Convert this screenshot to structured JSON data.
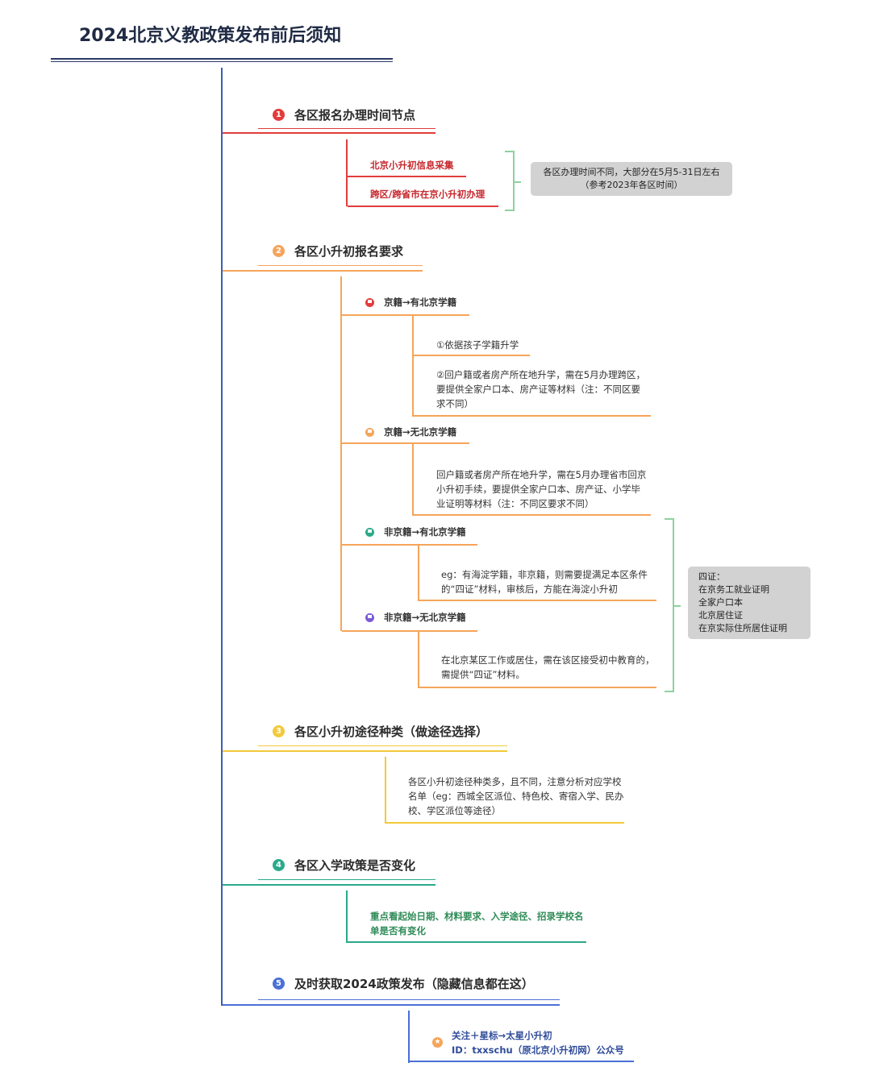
{
  "title": "2024北京义教政策发布前后须知",
  "colors": {
    "title_underline": "#2b3a67",
    "main_line": "#3c5fb5",
    "sec1": "#e23c3c",
    "sec2": "#f5a55a",
    "sec3": "#f2c93a",
    "sec4": "#2aa98a",
    "sec5": "#4a6fd6",
    "bracket": "#8fd19e",
    "note_bg": "#d2d2d2"
  },
  "sections": [
    {
      "number": "1",
      "title": "各区报名办理时间节点",
      "items": [
        "北京小升初信息采集",
        "跨区/跨省市在京小升初办理"
      ],
      "note": [
        "各区办理时间不同，大部分在5月5-31日左右",
        "（参考2023年各区时间）"
      ]
    },
    {
      "number": "2",
      "title": "各区小升初报名要求",
      "subs": [
        {
          "label": "京籍→有北京学籍",
          "icon": "flag-red-icon",
          "details": [
            "①依据孩子学籍升学",
            "②回户籍或者房产所在地升学，需在5月办理跨区，要提供全家户口本、房产证等材料（注：不同区要求不同）"
          ]
        },
        {
          "label": "京籍→无北京学籍",
          "icon": "flag-orange-icon",
          "details": [
            "回户籍或者房产所在地升学，需在5月办理省市回京小升初手续，要提供全家户口本、房产证、小学毕业证明等材料（注：不同区要求不同）"
          ]
        },
        {
          "label": "非京籍→有北京学籍",
          "icon": "flag-green-icon",
          "details": [
            "eg：有海淀学籍，非京籍，则需要提满足本区条件的“四证”材料，审核后，方能在海淀小升初"
          ]
        },
        {
          "label": "非京籍→无北京学籍",
          "icon": "flag-purple-icon",
          "details": [
            "在北京某区工作或居住，需在该区接受初中教育的，需提供“四证”材料。"
          ]
        }
      ],
      "note": [
        "四证：",
        "在京务工就业证明",
        "全家户口本",
        "北京居住证",
        "在京实际住所居住证明"
      ]
    },
    {
      "number": "3",
      "title": "各区小升初途径种类（做途径选择）",
      "detail": "各区小升初途径种类多，且不同，注意分析对应学校名单（eg：西城全区派位、特色校、寄宿入学、民办校、学区派位等途径）"
    },
    {
      "number": "4",
      "title": "各区入学政策是否变化",
      "detail": "重点看起始日期、材料要求、入学途径、招录学校名单是否有变化"
    },
    {
      "number": "5",
      "title": "及时获取2024政策发布（隐藏信息都在这）",
      "detail": [
        "关注＋星标→太星小升初",
        "ID：txxschu（原北京小升初网）公众号"
      ]
    }
  ]
}
